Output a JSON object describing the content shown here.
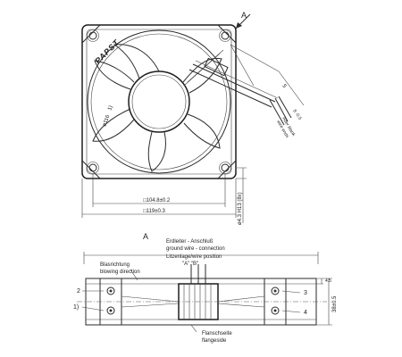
{
  "drawing": {
    "brand_logo": "PAPST",
    "view_marker_top": "A",
    "view_marker_bottom": "A",
    "diameter_label": "ø116",
    "diameter_note": "1)",
    "wire_dim": "5",
    "wire_end_dim": "8 -0.5",
    "wire_note_1": "Ader blank",
    "wire_note_2": "wire ends",
    "dim_hole_spacing": "□104.8±0.2",
    "dim_frame": "□119±0.3",
    "dim_hole": "ø4.3 H13 (8x)",
    "ground_de": "Erdleiter - Anschluß",
    "ground_en": "ground wire - connection",
    "wirepos_de": "Litzenlage/wire position",
    "wirepos_vals": "\"A\"    \"B\"",
    "airflow_de": "Blasrichtung",
    "airflow_en": "blowing direction",
    "flange_de": "Flanschseite",
    "flange_en": "flangeside",
    "dim_depth": "38±0.5",
    "dim_flange": "4.5",
    "left_labels": [
      "2",
      "1)"
    ],
    "right_labels": [
      "3",
      "4"
    ]
  }
}
